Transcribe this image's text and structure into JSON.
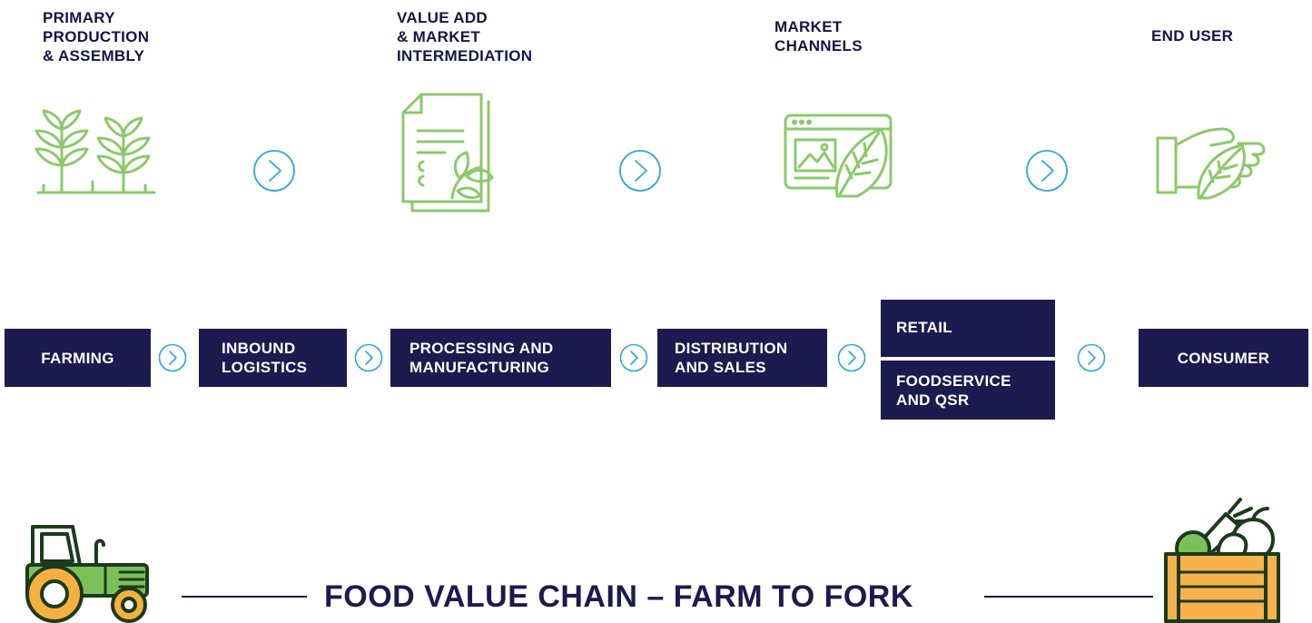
{
  "stages": [
    {
      "title": "PRIMARY\nPRODUCTION\n& ASSEMBLY",
      "icon": "plants-icon"
    },
    {
      "title": "VALUE ADD\n& MARKET\nINTERMEDIATION",
      "icon": "document-leaf-icon"
    },
    {
      "title": "MARKET\nCHANNELS",
      "icon": "browser-leaf-icon"
    },
    {
      "title": "END USER",
      "icon": "hand-leaf-icon"
    }
  ],
  "chain": {
    "farming": "FARMING",
    "inbound": "INBOUND\nLOGISTICS",
    "processing": "PROCESSING AND\nMANUFACTURING",
    "distribution": "DISTRIBUTION\nAND SALES",
    "retail": "RETAIL",
    "foodservice": "FOODSERVICE\nAND QSR",
    "consumer": "CONSUMER"
  },
  "footer": {
    "title": "FOOD VALUE CHAIN –  FARM TO FORK",
    "left_icon": "tractor-icon",
    "right_icon": "vegetable-crate-icon"
  },
  "colors": {
    "navy": "#1c1a4e",
    "green": "#8bc96a",
    "arrow_blue": "#2fa8d8",
    "tractor_green": "#7cc05a",
    "wheel_orange": "#f5b041",
    "crate_orange": "#f7b24c"
  }
}
